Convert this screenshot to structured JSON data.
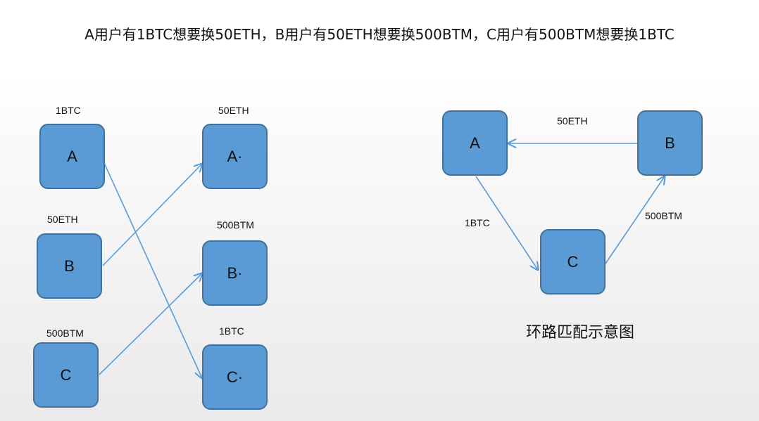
{
  "title": "A用户有1BTC想要换50ETH，B用户有50ETH想要换500BTM，C用户有500BTM想要换1BTC",
  "left_diagram": {
    "sources": [
      {
        "node": "A",
        "amount": "1BTC"
      },
      {
        "node": "B",
        "amount": "50ETH"
      },
      {
        "node": "C",
        "amount": "500BTM"
      }
    ],
    "targets": [
      {
        "node": "A·",
        "amount": "50ETH"
      },
      {
        "node": "B·",
        "amount": "500BTM"
      },
      {
        "node": "C·",
        "amount": "1BTC"
      }
    ],
    "edges": [
      {
        "from": "A",
        "to": "C·"
      },
      {
        "from": "B",
        "to": "A·"
      },
      {
        "from": "C",
        "to": "B·"
      }
    ]
  },
  "right_diagram": {
    "nodes": [
      "A",
      "B",
      "C"
    ],
    "edges": [
      {
        "from": "B",
        "to": "A",
        "label": "50ETH"
      },
      {
        "from": "A",
        "to": "C",
        "label": "1BTC"
      },
      {
        "from": "C",
        "to": "B",
        "label": "500BTM"
      }
    ],
    "caption": "环路匹配示意图"
  },
  "colors": {
    "node_fill": "#5b9bd5",
    "node_border": "#41719c",
    "arrow": "#5b9bd5"
  }
}
